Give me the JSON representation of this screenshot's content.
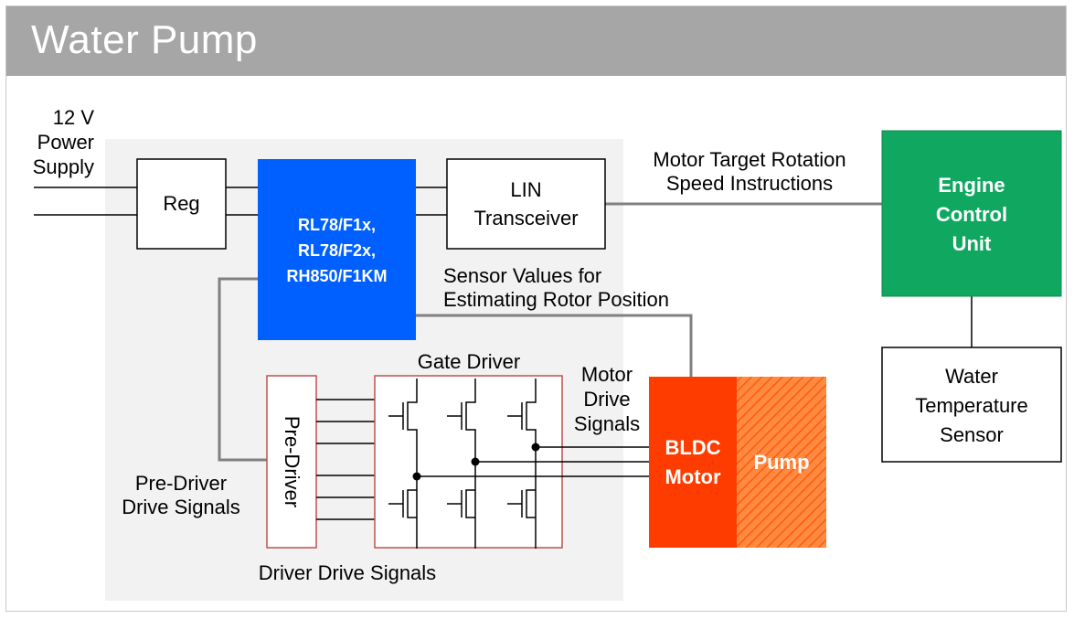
{
  "title": "Water Pump",
  "labels": {
    "power_line1": "12 V",
    "power_line2": "Power",
    "power_line3": "Supply",
    "reg": "Reg",
    "mcu_line1": "RL78/F1x,",
    "mcu_line2": "RL78/F2x,",
    "mcu_line3": "RH850/F1KM",
    "lin_line1": "LIN",
    "lin_line2": "Transceiver",
    "target_line1": "Motor Target Rotation",
    "target_line2": "Speed Instructions",
    "ecu_line1": "Engine",
    "ecu_line2": "Control",
    "ecu_line3": "Unit",
    "sensor_vals_line1": "Sensor Values for",
    "sensor_vals_line2": "Estimating Rotor Position",
    "gate_driver": "Gate Driver",
    "motor_drive_line1": "Motor",
    "motor_drive_line2": "Drive",
    "motor_drive_line3": "Signals",
    "bldc_line1": "BLDC",
    "bldc_line2": "Motor",
    "pump": "Pump",
    "predriver": "Pre-Driver",
    "predriver_sig_line1": "Pre-Driver",
    "predriver_sig_line2": "Drive Signals",
    "driver_drive": "Driver Drive Signals",
    "water_line1": "Water",
    "water_line2": "Temperature",
    "water_line3": "Sensor"
  },
  "colors": {
    "header": "#a6a6a6",
    "module_bg": "#f2f2f2",
    "mcu": "#0060ff",
    "ecu": "#10a860",
    "motor": "#ff3c00",
    "pump": "#ff7a30",
    "predriver_border": "#c0504d",
    "wire_gray": "#808080"
  }
}
